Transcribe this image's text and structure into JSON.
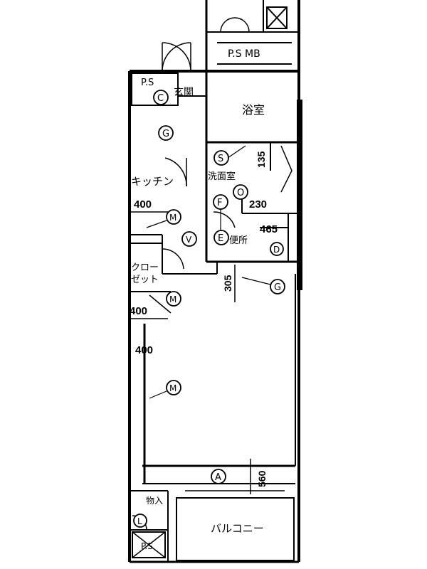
{
  "rooms": {
    "ps_mb": "P.S MB",
    "ps_top": "P.S",
    "entrance": "玄関",
    "bath": "浴室",
    "kitchen": "キッチン",
    "washroom": "洗面室",
    "toilet": "便所",
    "closet_line1": "クロー",
    "closet_line2": "ゼット",
    "storage": "物入",
    "ps_bottom": "P.S",
    "balcony": "バルコニー"
  },
  "dimensions": {
    "d135": "135",
    "d230": "230",
    "d465": "465",
    "d400a": "400",
    "d305": "305",
    "d400b": "400",
    "d400c": "400",
    "d560": "560"
  },
  "symbols": {
    "c": "C",
    "g1": "G",
    "s": "S",
    "o": "O",
    "f": "F",
    "m1": "M",
    "v": "V",
    "e": "E",
    "d": "D",
    "m2": "M",
    "g2": "G",
    "m3": "M",
    "a": "A",
    "l": "L"
  }
}
